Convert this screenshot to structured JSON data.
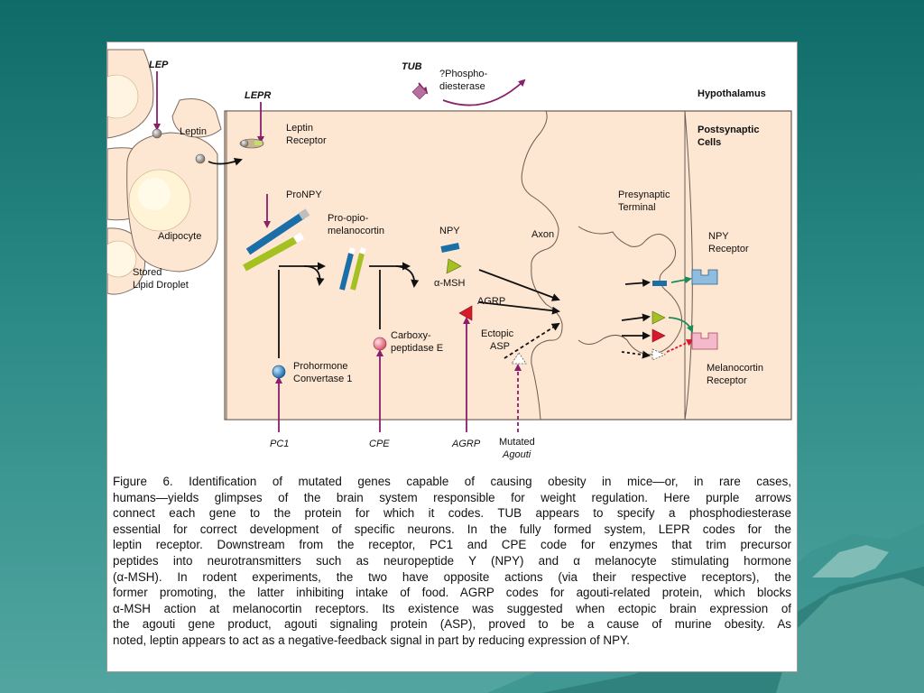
{
  "slide": {
    "colors": {
      "background_top": "#0f6b68",
      "background_bottom": "#52a5a0",
      "purple": "#8b1f6b",
      "tissue": "#fde6d2",
      "green": "#a5c121",
      "blue": "#1a6fa8",
      "red": "#d7192a"
    }
  },
  "diagram": {
    "genes": {
      "lep": "LEP",
      "lepr": "LEPR",
      "tub": "TUB",
      "pc1": "PC1",
      "cpe": "CPE",
      "agrp": "AGRP",
      "mutated": "Mutated",
      "agouti": "Agouti"
    },
    "regions": {
      "hypothalamus": "Hypothalamus",
      "postsynaptic_1": "Postsynaptic",
      "postsynaptic_2": "Cells"
    },
    "labels": {
      "phospho_1": "?Phospho-",
      "phospho_2": "diesterase",
      "leptin": "Leptin",
      "leptin_receptor_1": "Leptin",
      "leptin_receptor_2": "Receptor",
      "adipocyte": "Adipocyte",
      "stored_1": "Stored",
      "stored_2": "Lipid Droplet",
      "pronpy": "ProNPY",
      "pomc_1": "Pro-opio-",
      "pomc_2": "melanocortin",
      "npy": "NPY",
      "amsh": "α-MSH",
      "agrp_protein": "AGRP",
      "ectopic_1": "Ectopic",
      "ectopic_2": "ASP",
      "carboxy_1": "Carboxy-",
      "carboxy_2": "peptidase E",
      "prohormone_1": "Prohormone",
      "prohormone_2": "Convertase 1",
      "axon": "Axon",
      "presynaptic_1": "Presynaptic",
      "presynaptic_2": "Terminal",
      "npy_receptor_1": "NPY",
      "npy_receptor_2": "Receptor",
      "mc_receptor_1": "Melanocortin",
      "mc_receptor_2": "Receptor"
    }
  },
  "caption": {
    "lines": [
      "Figure 6. Identification of mutated genes capable of causing obesity in mice—or, in rare cases,",
      "humans—yields glimpses of the brain system responsible for weight regulation. Here purple arrows",
      "connect each gene to the protein for which it codes. TUB appears to specify a phosphodiesterase",
      "essential for correct development of specific neurons. In the fully formed system, LEPR codes for the",
      "leptin receptor. Downstream from the receptor, PC1 and CPE code for enzymes that trim precursor",
      "peptides into neurotransmitters such as neuropeptide Y (NPY) and α melanocyte stimulating hormone",
      "(α-MSH). In rodent experiments, the two have opposite actions (via their respective receptors), the",
      "former promoting, the latter inhibiting intake of food. AGRP codes for agouti-related protein, which blocks",
      "α-MSH action at melanocortin receptors. Its existence was suggested when ectopic brain expression of",
      "the agouti gene product, agouti signaling protein (ASP), proved to be a cause of murine obesity. As",
      "noted, leptin appears to act as a negative-feedback signal in part by reducing expression of NPY."
    ]
  }
}
